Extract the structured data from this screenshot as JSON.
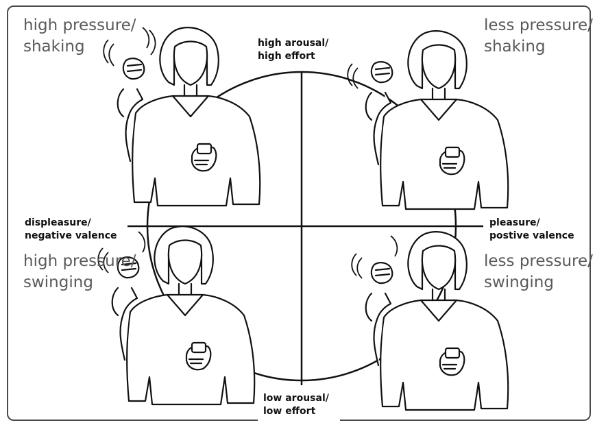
{
  "quadrants": {
    "top_left": {
      "line1": "high pressure/",
      "line2": "shaking"
    },
    "top_right": {
      "line1": "less pressure/",
      "line2": "shaking"
    },
    "bottom_left": {
      "line1": "high pressure/",
      "line2": "swinging"
    },
    "bottom_right": {
      "line1": "less pressure/",
      "line2": "swinging"
    }
  },
  "axes": {
    "top": {
      "line1": "high arousal/",
      "line2": "high effort"
    },
    "bottom": {
      "line1": "low arousal/",
      "line2": "low effort"
    },
    "left": {
      "line1": "displeasure/",
      "line2": "negative valence"
    },
    "right": {
      "line1": "pleasure/",
      "line2": "postive valence"
    }
  },
  "colors": {
    "outline": "#111111",
    "corner_text": "#5a5a5a",
    "axis_text": "#111111",
    "frame": "#4a4a4a",
    "background": "#ffffff"
  }
}
